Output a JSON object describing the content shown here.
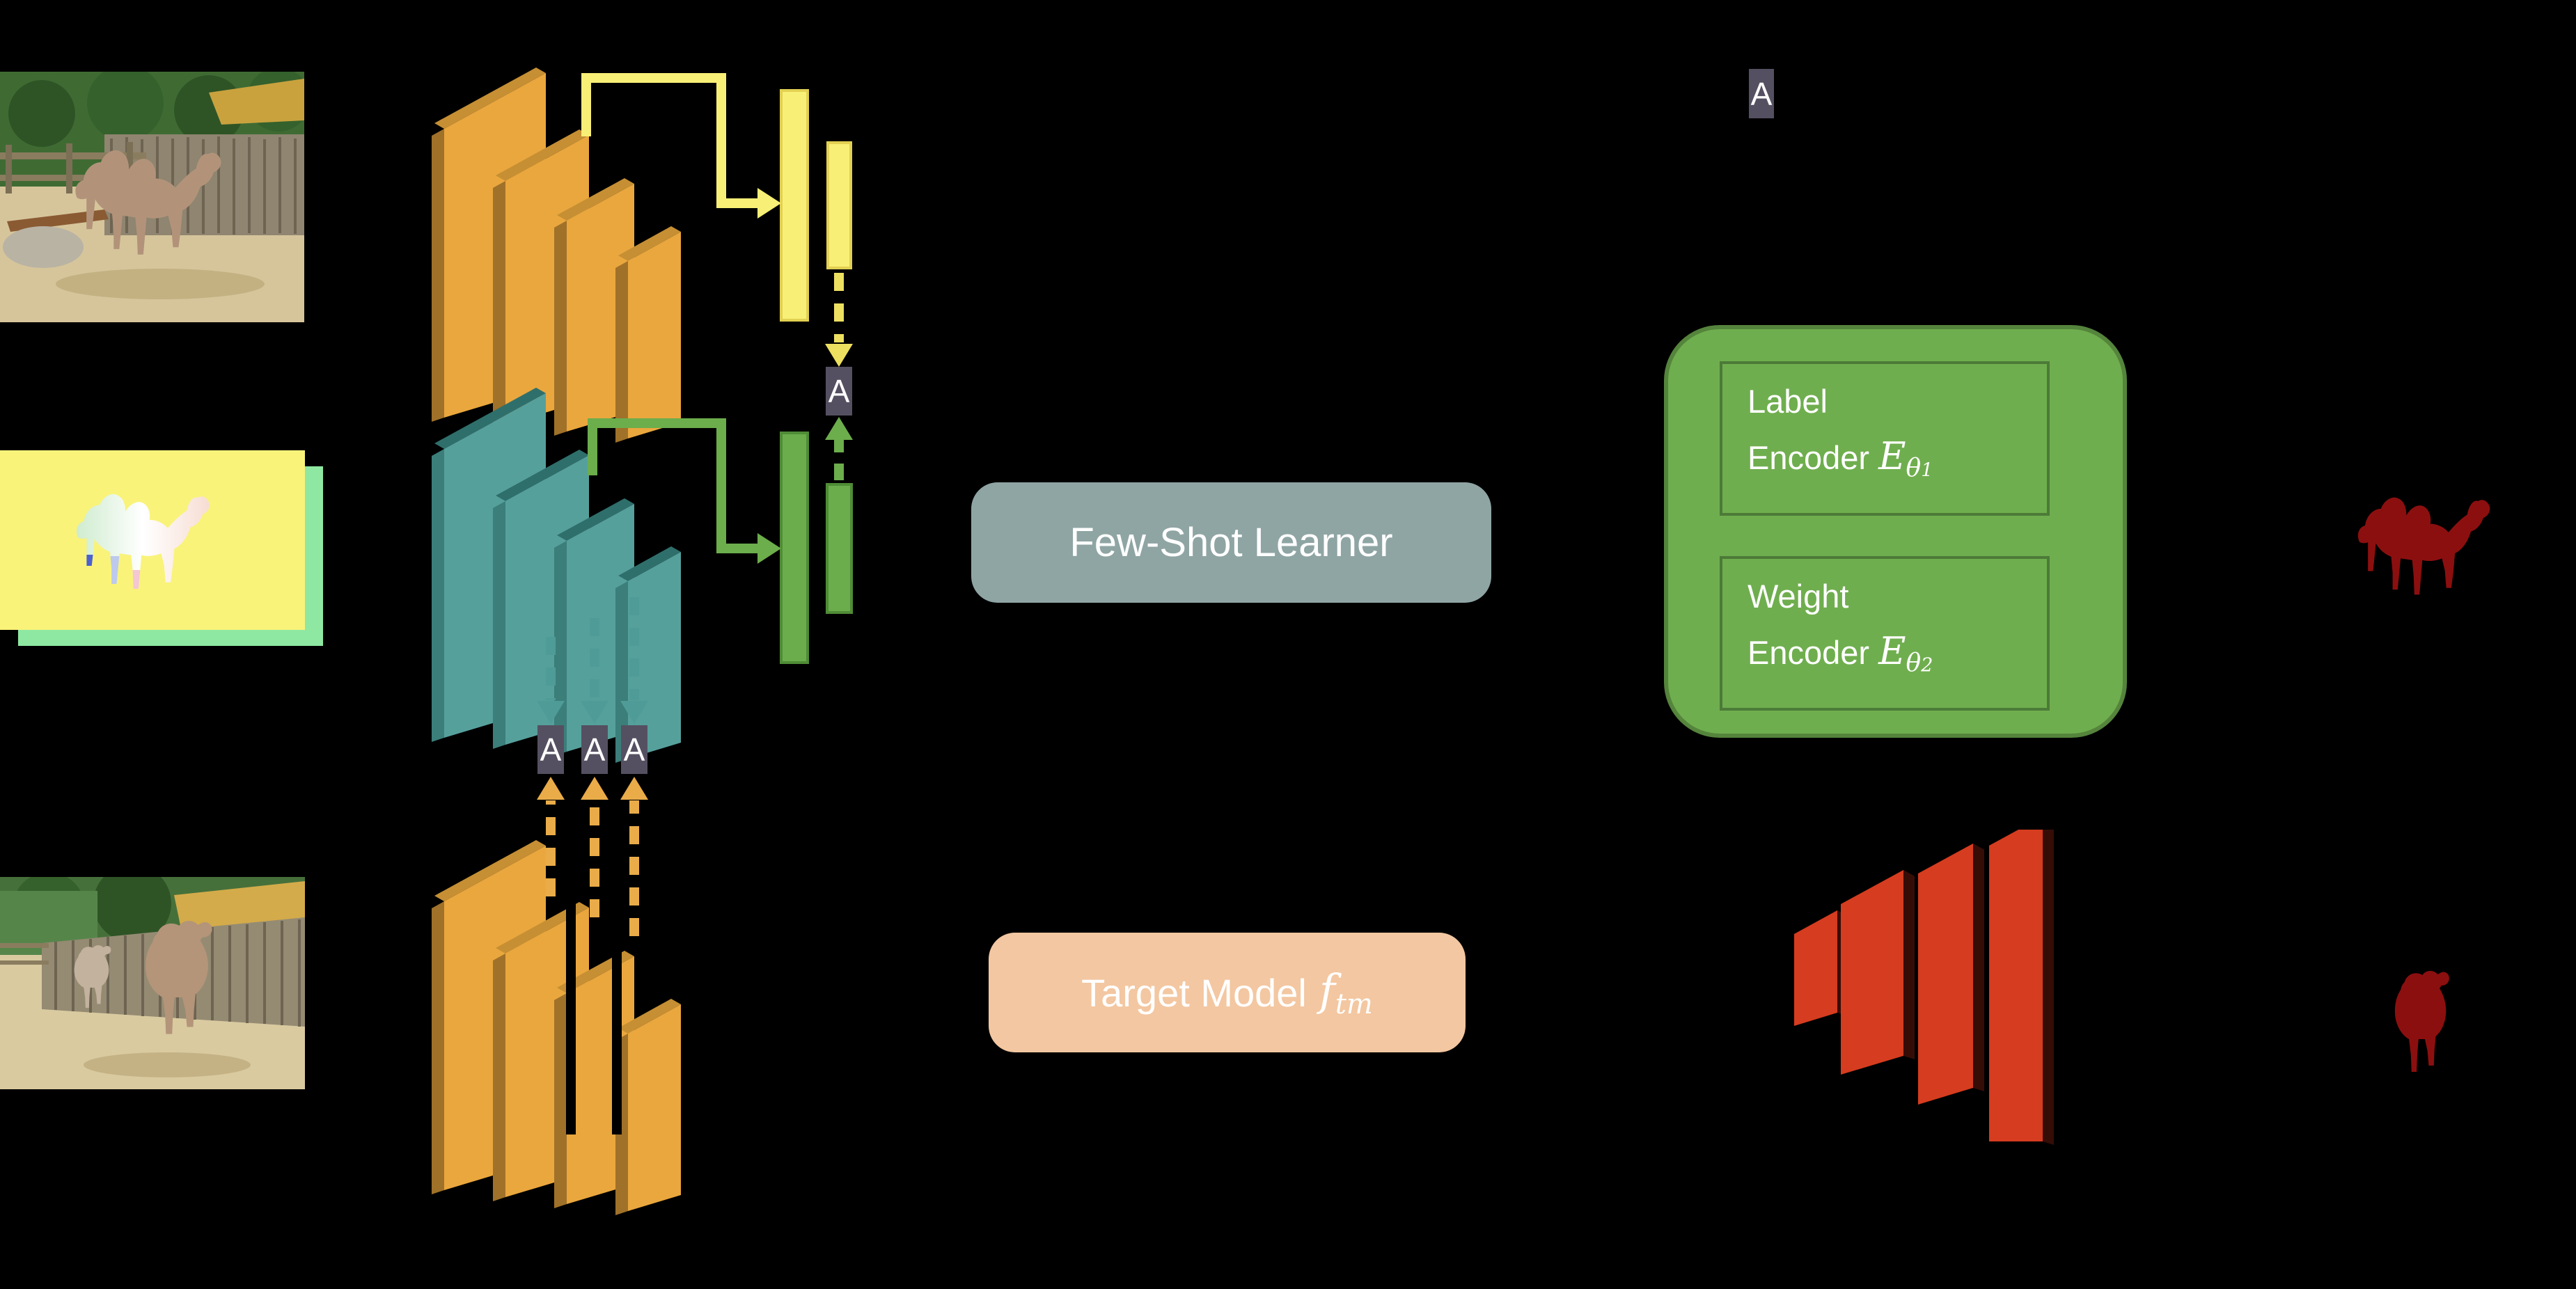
{
  "figure": {
    "type": "architecture-diagram",
    "background_color": "#000000"
  },
  "attention": {
    "symbol": "A",
    "box_color": "#555061"
  },
  "few_shot_learner": {
    "label": "Few-Shot Learner",
    "bg_color": "#8FA5A4"
  },
  "target_model": {
    "label": "Target Model",
    "var": "f",
    "sub": "tm",
    "bg_color": "#F3C7A1"
  },
  "encoder_box": {
    "bg_color": "#6FAE4E",
    "label_encoder": {
      "line1": "Label",
      "line2": "Encoder",
      "var": "E",
      "sub": "θ",
      "subsub": "1"
    },
    "weight_encoder": {
      "line1": "Weight",
      "line2": "Encoder",
      "var": "E",
      "sub": "θ",
      "subsub": "2"
    }
  },
  "palette": {
    "conv_stack_orange_front": "#EAA73E",
    "conv_stack_orange_side": "#A07129",
    "conv_stack_teal_front": "#56A09C",
    "conv_stack_teal_side": "#3B7E7A",
    "decoder_red_front": "#D63C1F",
    "decoder_red_side": "#350D06",
    "bar_yellow": "#F8EF76",
    "bar_green": "#6BAD4C",
    "arrow_yellow": "#F8EF76",
    "arrow_green": "#6CAD4C",
    "arrow_dashed_yellow": "#EDE060",
    "arrow_dashed_teal": "#4F9B97",
    "arrow_dashed_orange": "#E9AC49",
    "mask_silhouette_red": "#8C0F0F",
    "flow_mask_yellow": "#F9F37A",
    "flow_mask_green_layer": "#8EE8A2"
  }
}
